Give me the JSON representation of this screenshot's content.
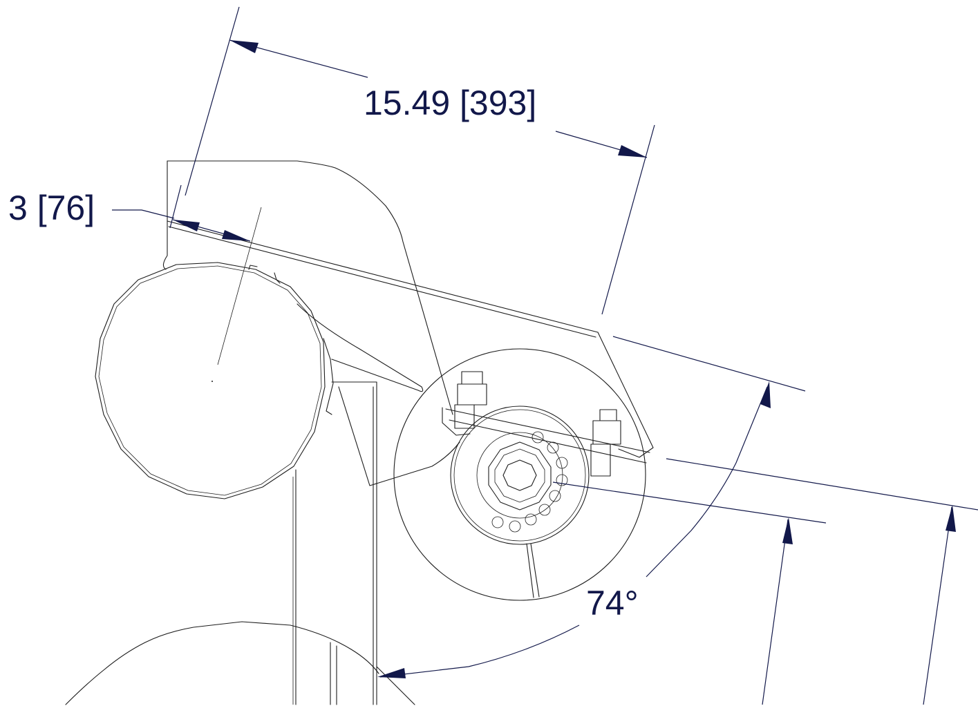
{
  "drawing": {
    "dimensions": {
      "length_label": "15.49 [393]",
      "offset_label": "3 [76]",
      "angle_label": "74°"
    },
    "colors": {
      "dimension_ink": "#12184a",
      "geometry_ink": "#1c1c1c",
      "background": "#ffffff"
    }
  }
}
